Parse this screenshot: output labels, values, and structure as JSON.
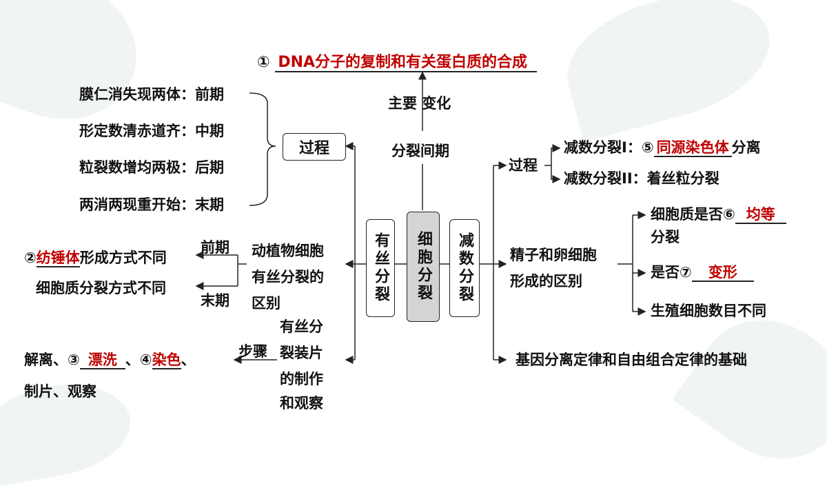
{
  "top": {
    "num": "①",
    "answer": "DNA分子的复制和有关蛋白质的合成",
    "main_change": "主要 变化",
    "interphase": "分裂间期"
  },
  "center": {
    "mitosis": "有丝分裂",
    "division": "细胞分裂",
    "meiosis": "减数分裂"
  },
  "left": {
    "process_label": "过程",
    "phases": [
      "膜仁消失现两体：前期",
      "形定数清赤道齐：中期",
      "粒裂数增均两极：后期",
      "两消两现重开始：末期"
    ],
    "diff_lines": [
      "动植物细胞",
      "有丝分裂的",
      "区别"
    ],
    "prophase": "前期",
    "telophase": "末期",
    "spindle_num": "②",
    "spindle_answer": "纺锤体",
    "spindle_rest": "形成方式不同",
    "cytoplasm": "细胞质分裂方式不同",
    "exp_lines": [
      "有丝分",
      "裂装片",
      "的制作",
      "和观察"
    ],
    "steps_label": "步骤",
    "steps_part1": "解离、③",
    "steps_answer3": "漂洗",
    "steps_sep": "、④",
    "steps_answer4": "染色",
    "steps_tail": "、",
    "steps_line2": "制片、观察"
  },
  "right": {
    "process_label": "过程",
    "meiosis1_pre": "减数分裂I：⑤",
    "meiosis1_answer": "同源染色体",
    "meiosis1_post": "分离",
    "meiosis2": "减数分裂II：着丝粒分裂",
    "gamete_lines": [
      "精子和卵细胞",
      "形成的区别"
    ],
    "cyto_pre": "细胞质是否⑥",
    "cyto_answer": "均等",
    "cyto_line2": "分裂",
    "deform_pre": "是否⑦",
    "deform_answer": "变形",
    "count": "生殖细胞数目不同",
    "basis": "基因分离定律和自由组合定律的基础"
  }
}
